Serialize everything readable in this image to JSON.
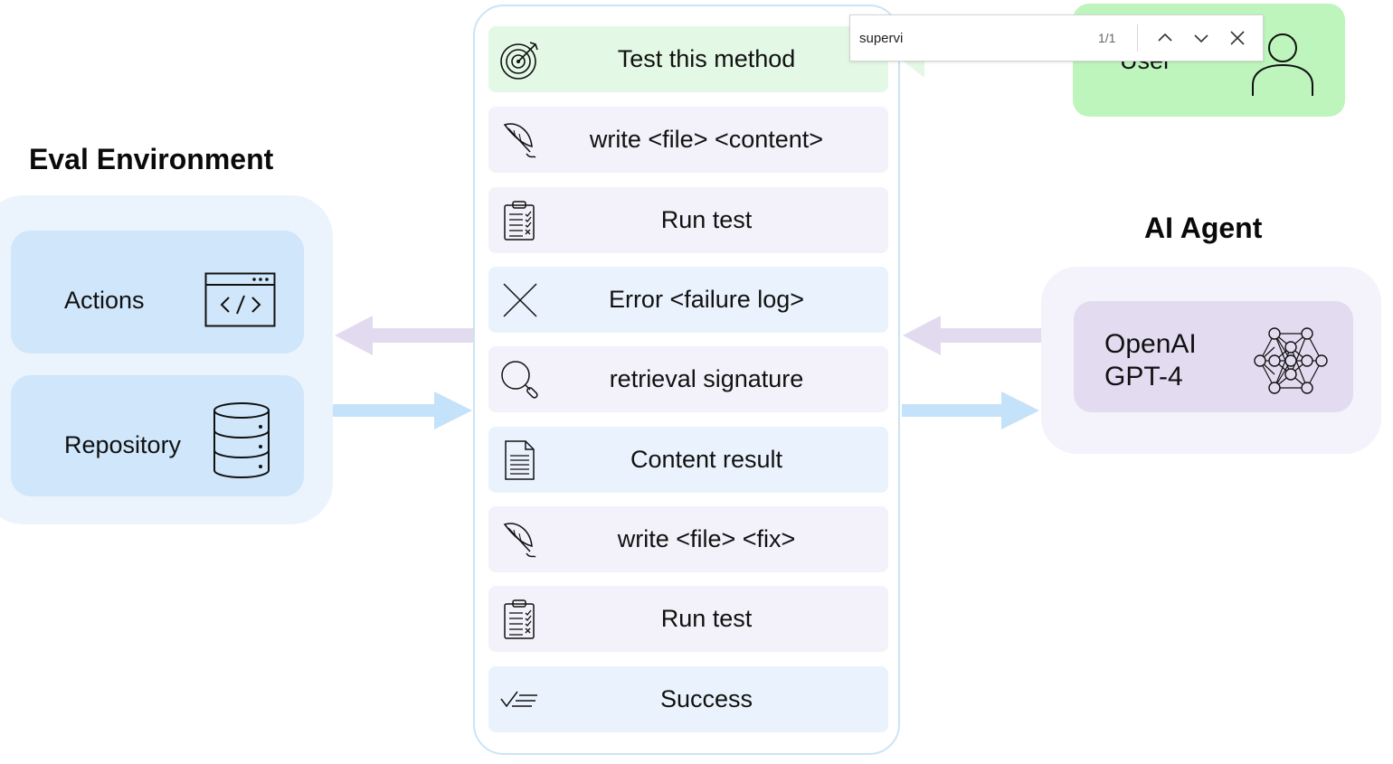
{
  "eval_environment": {
    "title": "Eval Environment",
    "actions_label": "Actions",
    "repository_label": "Repository"
  },
  "ai_agent": {
    "title": "AI Agent",
    "model_line1": "OpenAI",
    "model_line2": "GPT-4"
  },
  "user": {
    "label": "User"
  },
  "find_bar": {
    "query": "supervi",
    "match_count": "1/1"
  },
  "steps": [
    {
      "label": "Test this method",
      "icon": "target-icon"
    },
    {
      "label": "write <file> <content>",
      "icon": "quill-icon"
    },
    {
      "label": "Run test",
      "icon": "clipboard-checklist-icon"
    },
    {
      "label": "Error <failure log>",
      "icon": "x-icon"
    },
    {
      "label": "retrieval signature",
      "icon": "magnifier-icon"
    },
    {
      "label": "Content result",
      "icon": "document-icon"
    },
    {
      "label": "write <file> <fix>",
      "icon": "quill-icon"
    },
    {
      "label": "Run test",
      "icon": "clipboard-checklist-icon"
    },
    {
      "label": "Success",
      "icon": "checklist-icon"
    }
  ],
  "colors": {
    "eval_panel": "#ebf4fd",
    "eval_card": "#cfe6fb",
    "agent_panel": "#f4f2fa",
    "agent_card": "#e3dcf1",
    "user_card": "#bef5bd",
    "step_green": "#e3f8e5",
    "step_lavender": "#f3f1f9",
    "step_blue": "#eaf3fd",
    "arrow_lavender": "#e2dbf0",
    "arrow_blue": "#c5e2fb"
  }
}
